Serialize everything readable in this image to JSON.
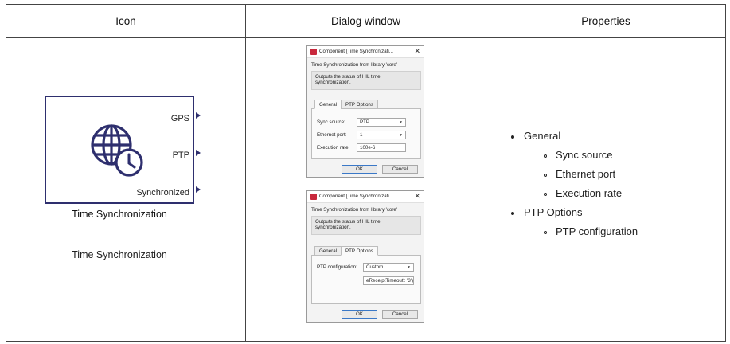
{
  "table": {
    "headers": [
      "Icon",
      "Dialog window",
      "Properties"
    ]
  },
  "icon_cell": {
    "ports": [
      "GPS",
      "PTP",
      "Synchronized"
    ],
    "block_name": "Time Synchronization",
    "description": "Time Synchronization",
    "icon": "globe-clock-icon",
    "color": "#2e2f6e"
  },
  "dialogs": [
    {
      "title": "Component [Time Synchronizati...",
      "library_text": "Time Synchronization from library 'core'",
      "description_line1": "Outputs the status of HIL time",
      "description_line2": "synchronization.",
      "tabs": [
        "General",
        "PTP Options"
      ],
      "active_tab": "General",
      "fields": [
        {
          "label": "Sync source:",
          "value": "PTP",
          "kind": "combo"
        },
        {
          "label": "Ethernet port:",
          "value": "1",
          "kind": "combo"
        },
        {
          "label": "Execution rate:",
          "value": "100e-6",
          "kind": "text"
        }
      ],
      "ok_label": "OK",
      "cancel_label": "Cancel"
    },
    {
      "title": "Component [Time Synchronizati...",
      "library_text": "Time Synchronization from library 'core'",
      "description_line1": "Outputs the status of HIL time",
      "description_line2": "synchronization.",
      "tabs": [
        "General",
        "PTP Options"
      ],
      "active_tab": "PTP Options",
      "fields": [
        {
          "label": "PTP configuration:",
          "value": "Custom",
          "kind": "combo"
        },
        {
          "label": "",
          "value": "eReceiptTimeout': '3')",
          "kind": "text"
        }
      ],
      "ok_label": "OK",
      "cancel_label": "Cancel"
    }
  ],
  "properties": {
    "groups": [
      {
        "label": "General",
        "items": [
          "Sync source",
          "Ethernet port",
          "Execution rate"
        ]
      },
      {
        "label": "PTP Options",
        "items": [
          "PTP configuration"
        ]
      }
    ]
  }
}
